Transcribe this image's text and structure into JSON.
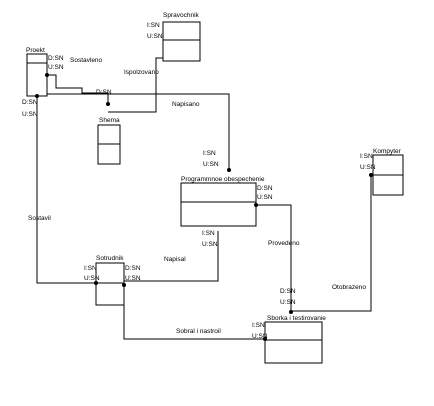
{
  "entities": {
    "proekt": "Proekt",
    "spravochnik": "Spravochnik",
    "shema": "Shema",
    "programmnoe": "Programmnoe obespechenie",
    "kompyter": "Kompyter",
    "sotrudnik": "Sotrudnik",
    "sborka": "Sborka i testirovanie"
  },
  "relationships": {
    "sostavleno": "Sostavleno",
    "ispolzovano": "Ispolzovano",
    "napisano": "Napisano",
    "sostavil": "Sostavil",
    "napisal": "Napisal",
    "provedeno": "Provedeno",
    "otobrazeno": "Otobrazeno",
    "sobral": "Sobral i nastroil"
  },
  "constraints": {
    "proekt_right": [
      "D:SN",
      "U:SN"
    ],
    "proekt_bottom": [
      "D:SN",
      "U:SN"
    ],
    "spravochnik": [
      "I:SN",
      "U:SN"
    ],
    "shema_top": "D:SN",
    "programmnoe_top": [
      "I:SN",
      "U:SN"
    ],
    "programmnoe_right": [
      "D:SN",
      "U:SN"
    ],
    "programmnoe_bottom": [
      "I:SN",
      "U:SN"
    ],
    "kompyter": [
      "I:SN",
      "U:SN"
    ],
    "sotrudnik_left": [
      "I:SN",
      "U:SN"
    ],
    "sotrudnik_right": [
      "D:SN",
      "U:SN"
    ],
    "sborka_top": [
      "D:SN",
      "U:SN"
    ],
    "sborka_left": [
      "I:SN",
      "U:SN"
    ]
  }
}
